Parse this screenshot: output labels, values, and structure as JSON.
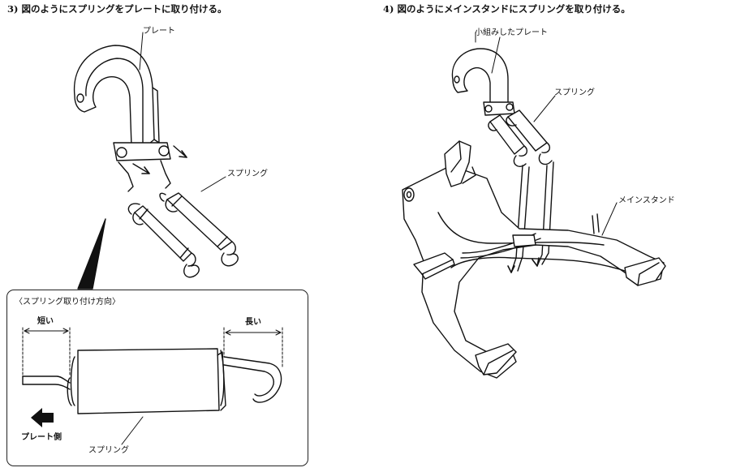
{
  "step3": {
    "title": "3) 図のようにスプリングをプレートに取り付ける。",
    "label_plate": "プレート",
    "label_spring": "スプリング"
  },
  "step4": {
    "title": "4) 図のようにメインスタンドにスプリングを取り付ける。",
    "label_subassembly": "小組みしたプレート",
    "label_spring": "スプリング",
    "label_main_stand": "メインスタンド"
  },
  "inset": {
    "title": "〈スプリング取り付け方向〉",
    "short_label": "短い",
    "long_label": "長い",
    "plate_side_label": "プレート側",
    "spring_label": "スプリング"
  }
}
